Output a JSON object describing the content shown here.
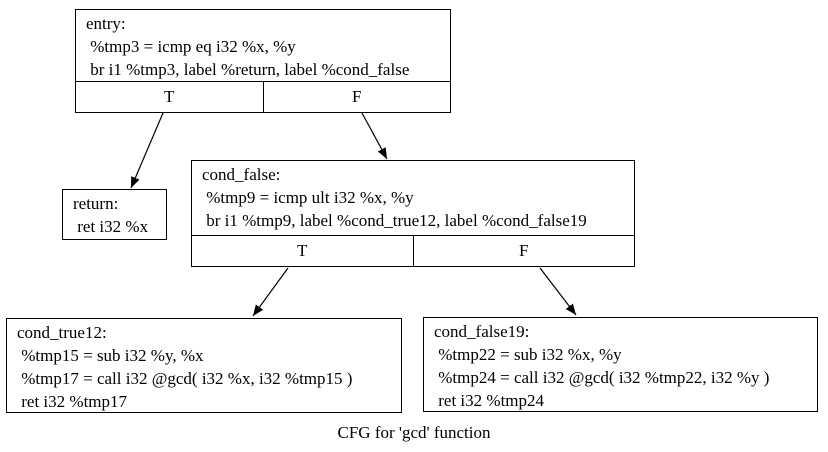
{
  "caption": "CFG for 'gcd' function",
  "colors": {
    "background": "#ffffff",
    "node_border": "#000000",
    "text": "#000000",
    "edge": "#000000"
  },
  "nodes": {
    "entry": {
      "lines": [
        "entry:",
        " %tmp3 = icmp eq i32 %x, %y",
        " br i1 %tmp3, label %return, label %cond_false"
      ],
      "true_label": "T",
      "false_label": "F"
    },
    "return": {
      "lines": [
        "return:",
        " ret i32 %x"
      ]
    },
    "cond_false": {
      "lines": [
        "cond_false:",
        " %tmp9 = icmp ult i32 %x, %y",
        " br i1 %tmp9, label %cond_true12, label %cond_false19"
      ],
      "true_label": "T",
      "false_label": "F"
    },
    "cond_true12": {
      "lines": [
        "cond_true12:",
        " %tmp15 = sub i32 %y, %x",
        " %tmp17 = call i32 @gcd( i32 %x, i32 %tmp15 )",
        " ret i32 %tmp17"
      ]
    },
    "cond_false19": {
      "lines": [
        "cond_false19:",
        " %tmp22 = sub i32 %x, %y",
        " %tmp24 = call i32 @gcd( i32 %tmp22, i32 %y )",
        " ret i32 %tmp24"
      ]
    }
  },
  "edges": [
    {
      "from": "entry",
      "port": "T",
      "to": "return"
    },
    {
      "from": "entry",
      "port": "F",
      "to": "cond_false"
    },
    {
      "from": "cond_false",
      "port": "T",
      "to": "cond_true12"
    },
    {
      "from": "cond_false",
      "port": "F",
      "to": "cond_false19"
    }
  ]
}
